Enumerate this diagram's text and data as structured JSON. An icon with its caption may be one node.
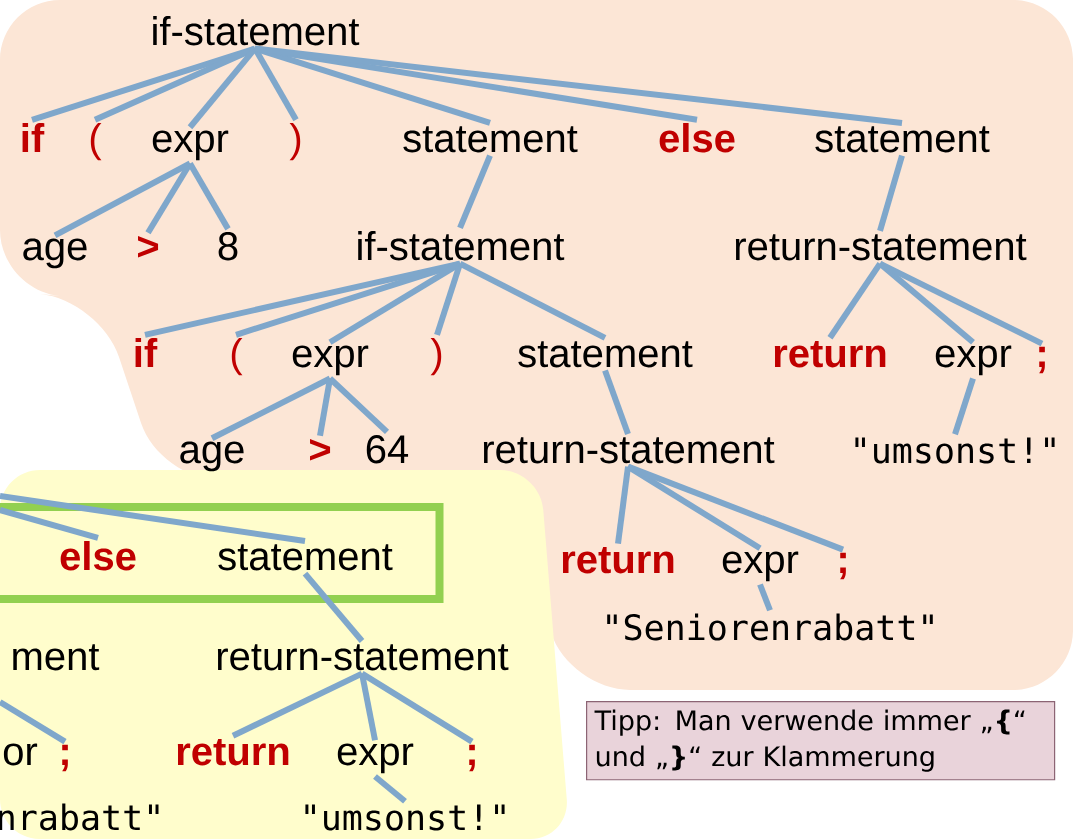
{
  "diagram": {
    "nodes": [
      {
        "text": [
          "if-statement"
        ]
      },
      {
        "text": [
          "if"
        ]
      },
      {
        "text": [
          "("
        ]
      },
      {
        "text": [
          "expr"
        ]
      },
      {
        "text": [
          ")"
        ]
      },
      {
        "text": [
          "statement"
        ]
      },
      {
        "text": [
          "else"
        ]
      },
      {
        "text": [
          "statement"
        ]
      },
      {
        "text": [
          "age"
        ]
      },
      {
        "text": [
          ">"
        ]
      },
      {
        "text": [
          "8"
        ]
      },
      {
        "text": [
          "if-statement"
        ]
      },
      {
        "text": [
          "return-statement"
        ]
      },
      {
        "text": [
          "if"
        ]
      },
      {
        "text": [
          "("
        ]
      },
      {
        "text": [
          "expr"
        ]
      },
      {
        "text": [
          ")"
        ]
      },
      {
        "text": [
          "statement"
        ]
      },
      {
        "text": [
          "return"
        ]
      },
      {
        "text": [
          "expr"
        ]
      },
      {
        "text": [
          ";"
        ]
      },
      {
        "text": [
          "age"
        ]
      },
      {
        "text": [
          ">"
        ]
      },
      {
        "text": [
          "64"
        ]
      },
      {
        "text": [
          "return-statement"
        ]
      },
      {
        "text": [
          "\"umsonst!\""
        ]
      },
      {
        "text": [
          "return"
        ]
      },
      {
        "text": [
          "expr"
        ]
      },
      {
        "text": [
          ";"
        ]
      },
      {
        "text": [
          "\"Seniorenrabatt\""
        ]
      },
      {
        "text": [],
        "shape": "box"
      },
      {
        "text": [
          "else"
        ],
        "in": 30
      },
      {
        "text": [
          "statement"
        ],
        "in": 30
      },
      {
        "text": [
          "return-statement"
        ]
      },
      {
        "text": [
          ";"
        ]
      },
      {
        "text": [
          "return"
        ]
      },
      {
        "text": [
          "expr"
        ]
      },
      {
        "text": [
          ";"
        ]
      },
      {
        "text": [
          "\"umsonst!\""
        ]
      },
      {
        "text": [
          "Tipp: Man verwende immer „**{**“ und „**}**“ zur Klammerung"
        ]
      }
    ],
    "edges": [
      {
        "from": 0,
        "to": 1,
        "arrow": "none"
      },
      {
        "from": 0,
        "to": 2,
        "arrow": "none"
      },
      {
        "from": 0,
        "to": 3,
        "arrow": "none"
      },
      {
        "from": 0,
        "to": 4,
        "arrow": "none"
      },
      {
        "from": 0,
        "to": 5,
        "arrow": "none"
      },
      {
        "from": 0,
        "to": 6,
        "arrow": "none"
      },
      {
        "from": 0,
        "to": 7,
        "arrow": "none"
      },
      {
        "from": 3,
        "to": 8,
        "arrow": "none"
      },
      {
        "from": 3,
        "to": 9,
        "arrow": "none"
      },
      {
        "from": 3,
        "to": 10,
        "arrow": "none"
      },
      {
        "from": 5,
        "to": 11,
        "arrow": "none"
      },
      {
        "from": 7,
        "to": 12,
        "arrow": "none"
      },
      {
        "from": 11,
        "to": 13,
        "arrow": "none"
      },
      {
        "from": 11,
        "to": 14,
        "arrow": "none"
      },
      {
        "from": 11,
        "to": 15,
        "arrow": "none"
      },
      {
        "from": 11,
        "to": 16,
        "arrow": "none"
      },
      {
        "from": 11,
        "to": 17,
        "arrow": "none"
      },
      {
        "from": 12,
        "to": 18,
        "arrow": "none"
      },
      {
        "from": 12,
        "to": 19,
        "arrow": "none"
      },
      {
        "from": 12,
        "to": 20,
        "arrow": "none"
      },
      {
        "from": 15,
        "to": 21,
        "arrow": "none"
      },
      {
        "from": 15,
        "to": 22,
        "arrow": "none"
      },
      {
        "from": 15,
        "to": 23,
        "arrow": "none"
      },
      {
        "from": 17,
        "to": 24,
        "arrow": "none"
      },
      {
        "from": 19,
        "to": 25,
        "arrow": "none"
      },
      {
        "from": 24,
        "to": 26,
        "arrow": "none"
      },
      {
        "from": 24,
        "to": 27,
        "arrow": "none"
      },
      {
        "from": 24,
        "to": 28,
        "arrow": "none"
      },
      {
        "from": 27,
        "to": 29,
        "arrow": "none"
      },
      {
        "from": null,
        "to": 31,
        "arrow": "none"
      },
      {
        "from": null,
        "to": 32,
        "arrow": "none"
      },
      {
        "from": 32,
        "to": 33,
        "arrow": "none"
      },
      {
        "from": null,
        "to": 34,
        "arrow": "none"
      },
      {
        "from": 33,
        "to": 35,
        "arrow": "none"
      },
      {
        "from": 33,
        "to": 36,
        "arrow": "none"
      },
      {
        "from": 33,
        "to": 37,
        "arrow": "none"
      },
      {
        "from": 36,
        "to": 38,
        "arrow": "none"
      }
    ],
    "labels": [
      "ment",
      "or",
      "nrabatt\""
    ]
  }
}
